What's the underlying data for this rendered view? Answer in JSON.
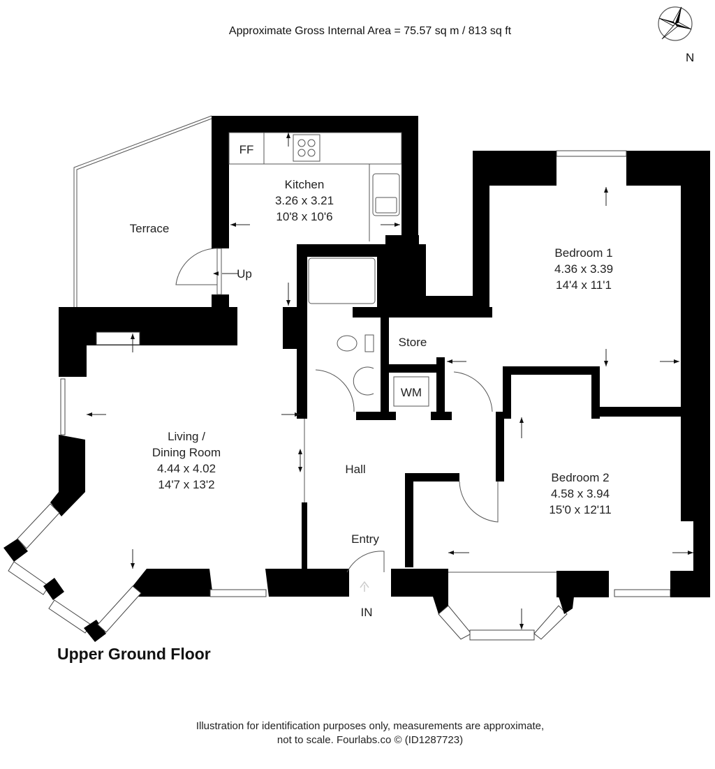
{
  "header": {
    "area_text": "Approximate Gross Internal Area = 75.57 sq m / 813 sq ft"
  },
  "compass": {
    "icon": "compass-rose-icon",
    "label": "N"
  },
  "rooms": {
    "kitchen": {
      "name": "Kitchen",
      "metric": "3.26 x 3.21",
      "imperial": "10'8 x 10'6"
    },
    "terrace": {
      "name": "Terrace"
    },
    "bedroom1": {
      "name": "Bedroom 1",
      "metric": "4.36 x 3.39",
      "imperial": "14'4 x 11'1"
    },
    "living": {
      "name_line1": "Living /",
      "name_line2": "Dining Room",
      "metric": "4.44 x 4.02",
      "imperial": "14'7 x 13'2"
    },
    "hall": {
      "name": "Hall"
    },
    "entry": {
      "name": "Entry"
    },
    "bedroom2": {
      "name": "Bedroom 2",
      "metric": "4.58 x 3.94",
      "imperial": "15'0 x 12'11"
    },
    "store": {
      "name": "Store"
    }
  },
  "fixtures": {
    "fridge_freezer": "FF",
    "washing_machine": "WM",
    "stairs_up": "Up",
    "entrance": "IN"
  },
  "floor_label": "Upper Ground Floor",
  "footer": {
    "line1": "Illustration for identification purposes only, measurements are approximate,",
    "line2": "not to scale. Fourlabs.co © (ID1287723)"
  }
}
